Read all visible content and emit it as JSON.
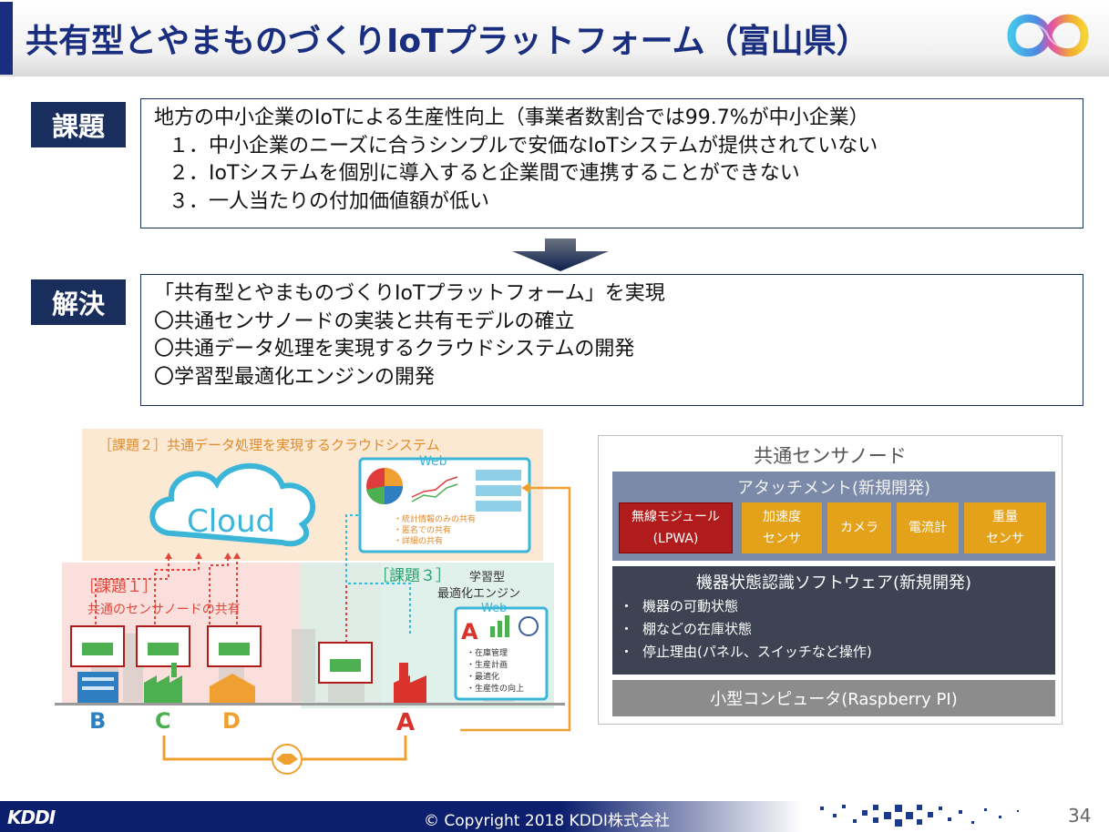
{
  "title": "共有型とやまものづくりIoTプラットフォーム（富山県）",
  "problem": {
    "label": "課題",
    "lines": [
      "地方の中小企業のIoTによる生産性向上（事業者数割合では99.7%が中小企業）",
      "１．中小企業のニーズに合うシンプルで安価なIoTシステムが提供されていない",
      "２．IoTシステムを個別に導入すると企業間で連携することができない",
      "３．一人当たりの付加価値額が低い"
    ]
  },
  "solution": {
    "label": "解決",
    "lines": [
      "「共有型とやまものづくりIoTプラットフォーム」を実現",
      "〇共通センサノードの実装と共有モデルの確立",
      "〇共通データ処理を実現するクラウドシステムの開発",
      "〇学習型最適化エンジンの開発"
    ]
  },
  "illustration": {
    "task2_label": "［課題２］共通データ処理を実現するクラウドシステム",
    "cloud": "Cloud",
    "web": "Web",
    "web_bullets": [
      "・統計情報のみの共有",
      "・匿名での共有",
      "・詳細の共有"
    ],
    "task1_label": "［課題１］",
    "task1_sub": "共通のセンサノードの共有",
    "task3_label": "［課題３］",
    "task3_sub1": "学習型",
    "task3_sub2": "最適化エンジン",
    "engine_web": "Web",
    "engine_bullets": [
      "・在庫管理",
      "・生産計画",
      "・最適化",
      "・生産性の向上"
    ],
    "companies": [
      "B",
      "C",
      "D",
      "A"
    ],
    "company_colors": [
      "#2d7fc1",
      "#4caf50",
      "#f0a030",
      "#d9332b"
    ]
  },
  "sensor_node": {
    "title": "共通センサノード",
    "attachment_title": "アタッチメント(新規開発)",
    "modules": [
      {
        "line1": "無線モジュール",
        "line2": "(LPWA)"
      },
      {
        "line1": "加速度",
        "line2": "センサ"
      },
      {
        "line1": "カメラ",
        "line2": ""
      },
      {
        "line1": "電流計",
        "line2": ""
      },
      {
        "line1": "重量",
        "line2": "センサ"
      }
    ],
    "software_title": "機器状態認識ソフトウェア(新規開発)",
    "software_items": [
      "機器の可動状態",
      "棚などの在庫状態",
      "停止理由(パネル、スイッチなど操作)"
    ],
    "computer": "小型コンピュータ(Raspberry PI)"
  },
  "footer": {
    "logo": "KDDI",
    "copyright": "© Copyright 2018 KDDI株式会社",
    "page": "34"
  },
  "colors": {
    "navy": "#1a2e5e",
    "title_blue": "#1a2e80",
    "orange": "#f0a030",
    "red_module": "#b01c1c",
    "amber_module": "#e3a21a"
  }
}
